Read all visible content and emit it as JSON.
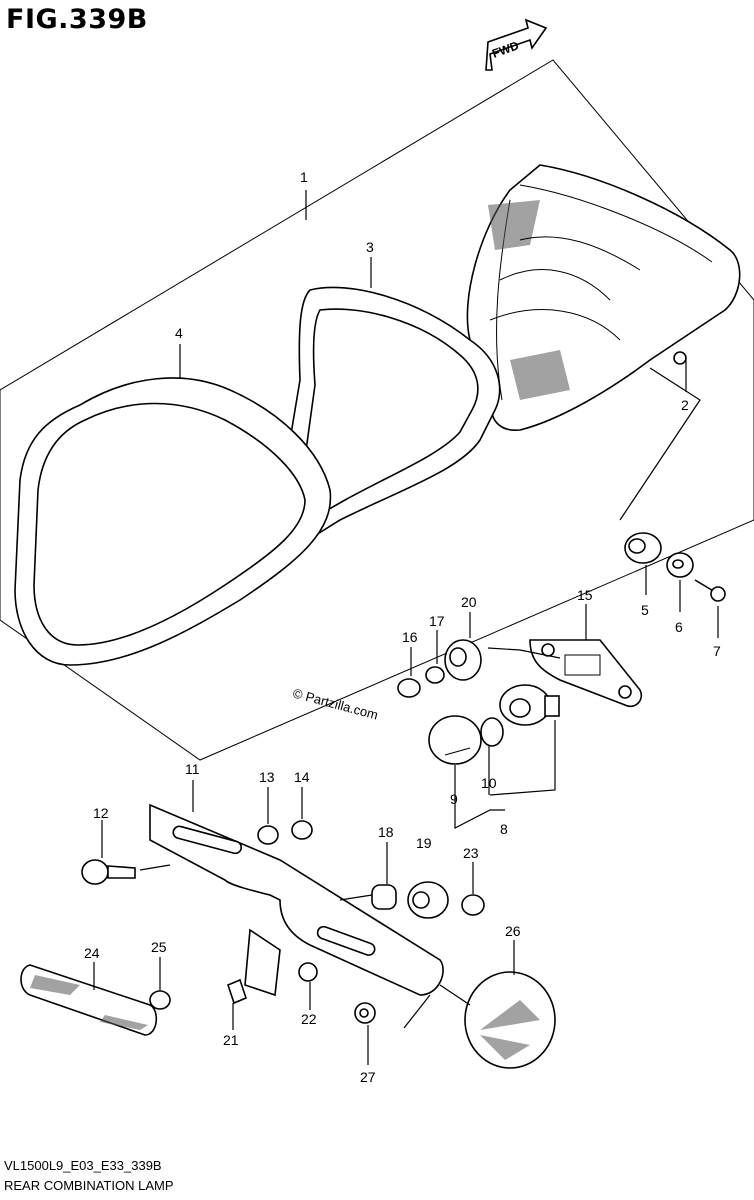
{
  "figure": {
    "title": "FIG.339B",
    "fwd_label": "FWD",
    "watermark": "© Partzilla.com",
    "code": "VL1500L9_E03_E33_339B",
    "caption": "REAR COMBINATION LAMP"
  },
  "callouts": [
    "1",
    "2",
    "3",
    "4",
    "5",
    "6",
    "7",
    "8",
    "9",
    "10",
    "11",
    "12",
    "13",
    "14",
    "15",
    "16",
    "17",
    "18",
    "19",
    "20",
    "21",
    "22",
    "23",
    "24",
    "25",
    "26",
    "27"
  ]
}
